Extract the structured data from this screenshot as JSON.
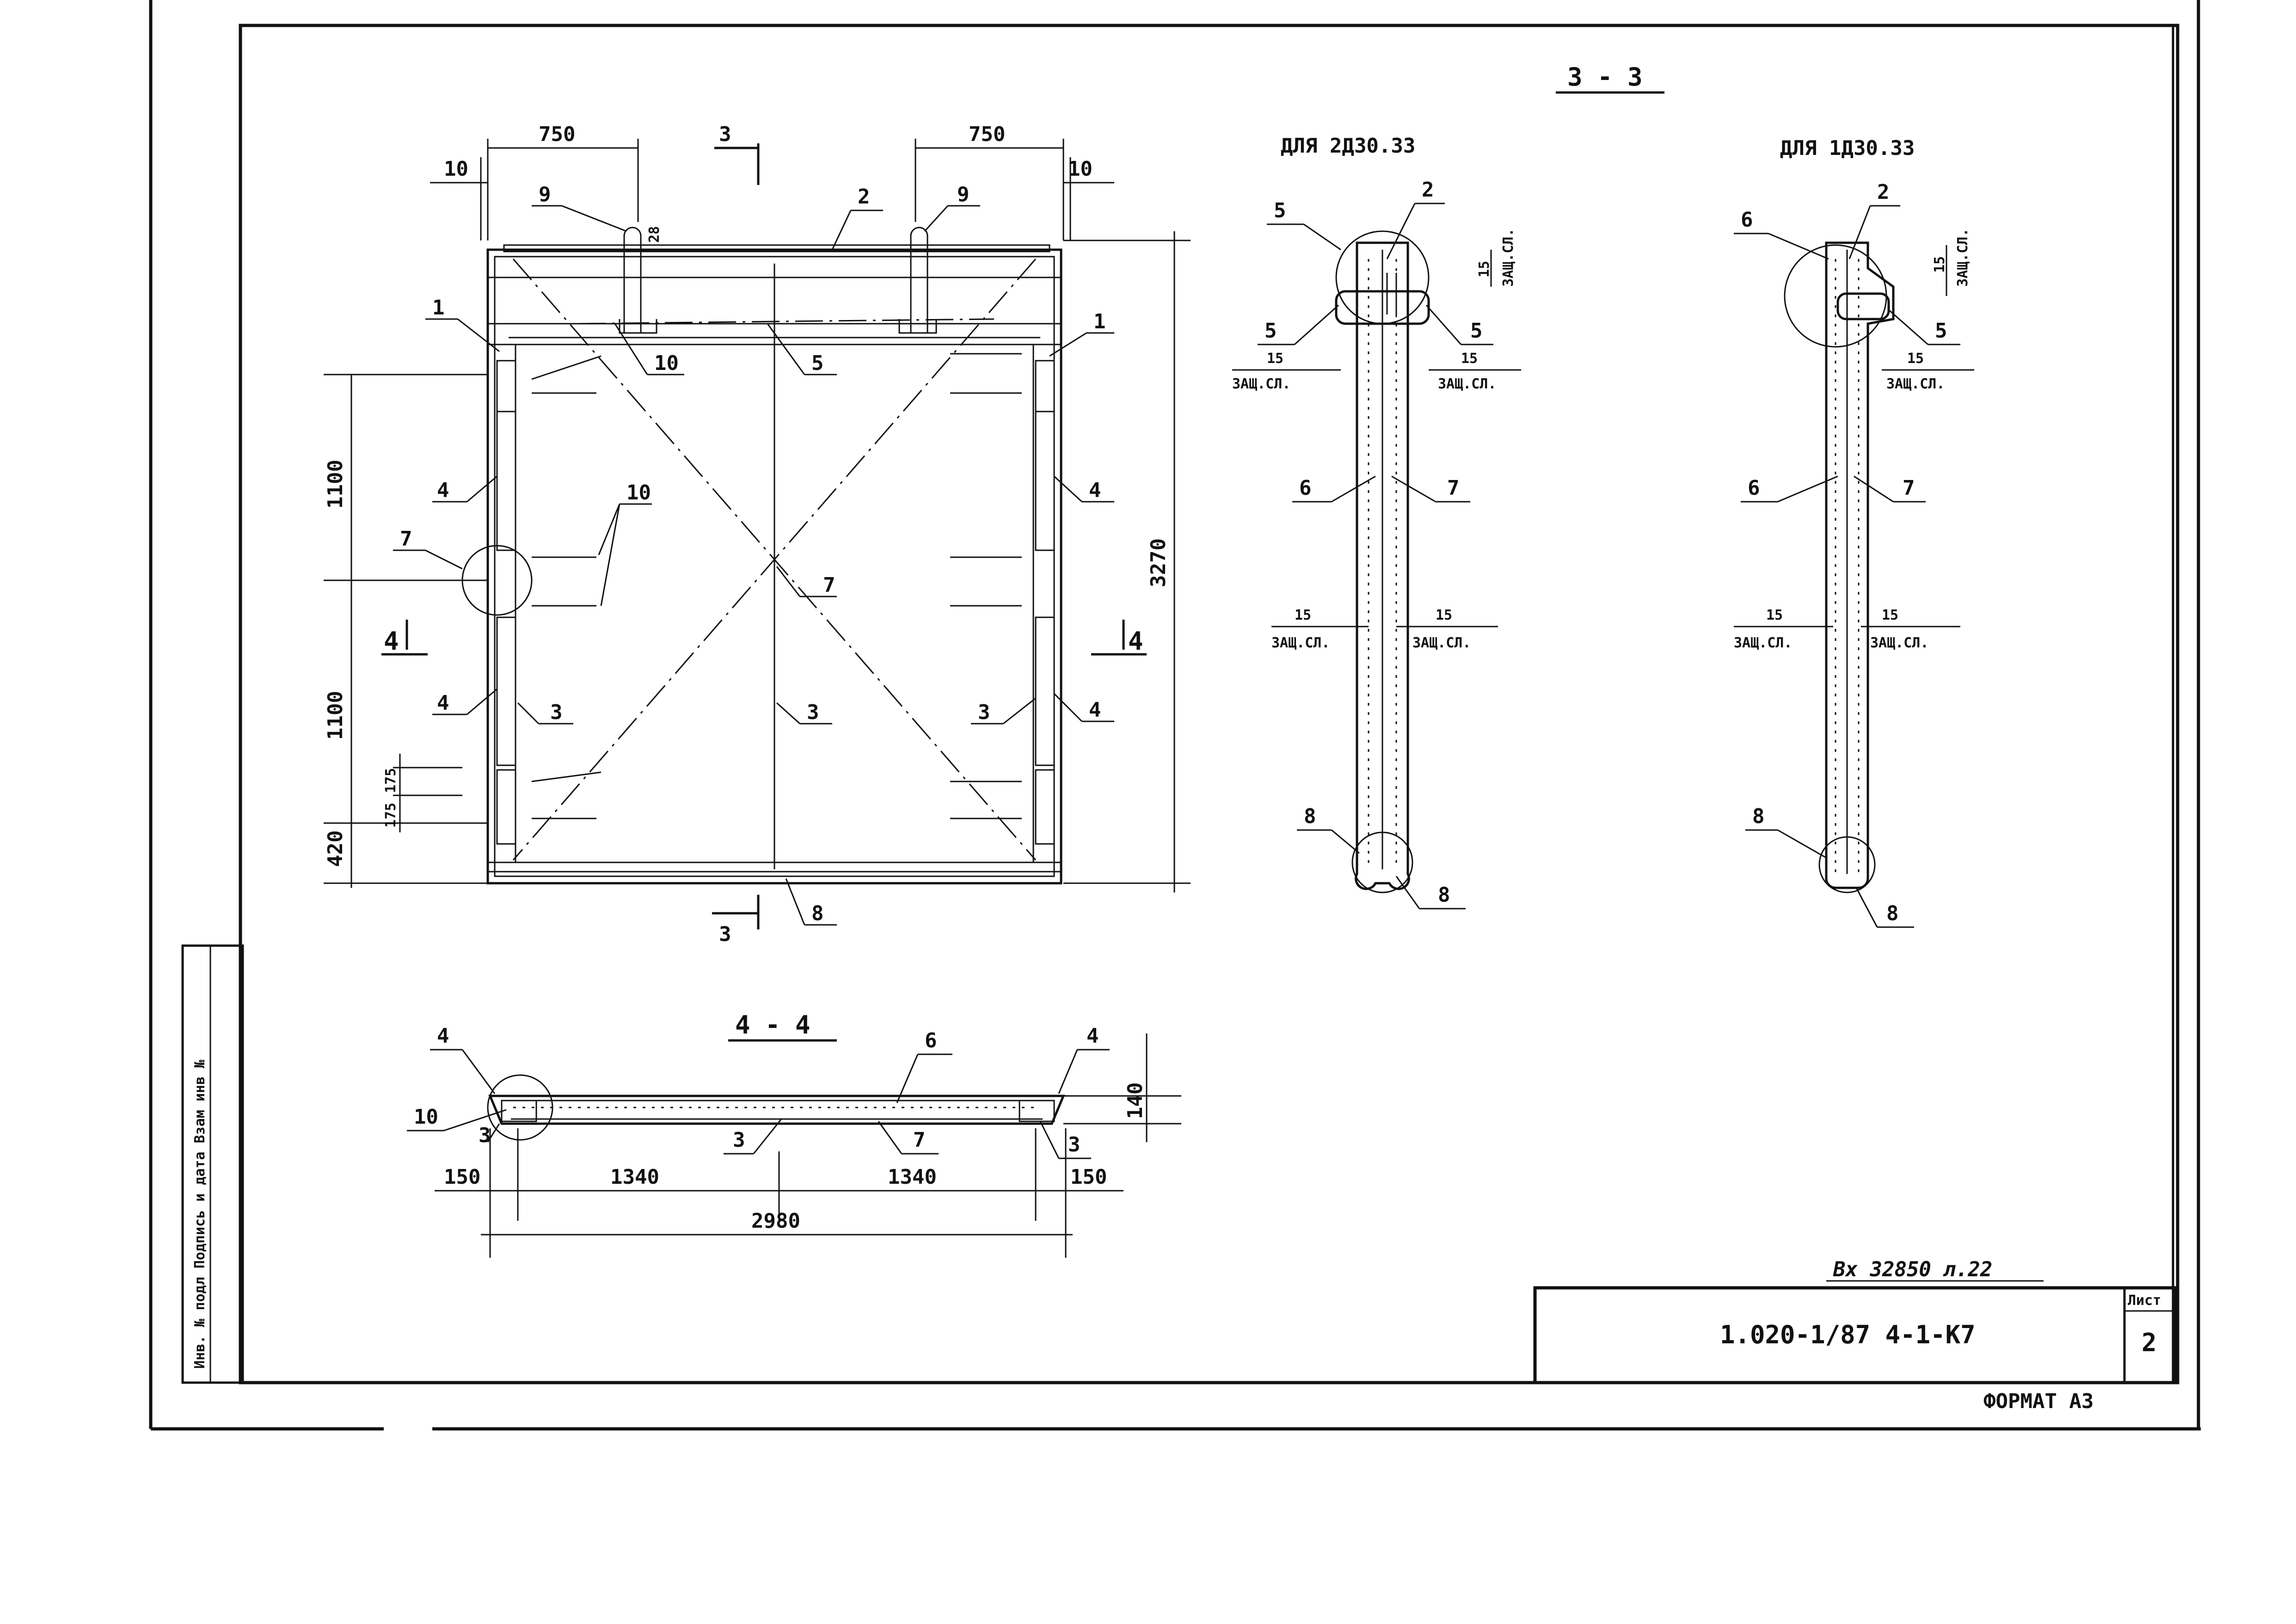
{
  "sheet": {
    "format_label": "ФОРМАТ АЗ",
    "doc_code": "1.020-1/87 4-1-К7",
    "sheet_header": "Лист",
    "sheet_number": "2",
    "inventory_note": "Вх 32850 л.22",
    "side_stamp": "Инв. № подл Подпись и дата Взам инв №"
  },
  "elevation": {
    "dim_750_left": "750",
    "dim_750_right": "750",
    "dim_10_left": "10",
    "dim_10_right": "10",
    "dim_28": "28",
    "dim_3270": "3270",
    "dim_1100_top": "1100",
    "dim_1100_bottom": "1100",
    "dim_420": "420",
    "dim_175a": "175",
    "dim_175b": "175",
    "section_33_top": "3",
    "section_33_bottom": "3",
    "section_44_left": "4",
    "section_44_right": "4",
    "callouts": {
      "c1_left": "1",
      "c1_right": "1",
      "c2": "2",
      "c9_left": "9",
      "c9_right": "9",
      "c10_a": "10",
      "c10_b": "10",
      "c5": "5",
      "c4_a": "4",
      "c4_b": "4",
      "c4_c": "4",
      "c4_d": "4",
      "c7_left": "7",
      "c7_center": "7",
      "c3_a": "3",
      "c3_b": "3",
      "c3_c": "3",
      "c8": "8"
    }
  },
  "section_3": {
    "title": "3 - 3",
    "left_caption": "ДЛЯ 2Д30.33",
    "right_caption": "ДЛЯ 1Д30.33",
    "cover_value": "15",
    "cover_label_vertical": "ЗАЩ.СЛ.",
    "cover_label": "ЗАЩ.СЛ.",
    "callouts": {
      "l5a": "5",
      "l2": "2",
      "l5b": "5",
      "l5c": "5",
      "l6": "6",
      "l7": "7",
      "l8a": "8",
      "l8b": "8",
      "r6a": "6",
      "r2": "2",
      "r5": "5",
      "r6b": "6",
      "r7": "7",
      "r8a": "8",
      "r8b": "8"
    }
  },
  "section_4": {
    "title": "4 - 4",
    "dim_150_left": "150",
    "dim_1340_left": "1340",
    "dim_1340_right": "1340",
    "dim_150_right": "150",
    "dim_2980": "2980",
    "dim_140": "140",
    "callouts": {
      "c4_left": "4",
      "c4_right": "4",
      "c6": "6",
      "c10": "10",
      "c3_a": "3",
      "c3_b": "3",
      "c3_c": "3",
      "c7": "7"
    }
  }
}
